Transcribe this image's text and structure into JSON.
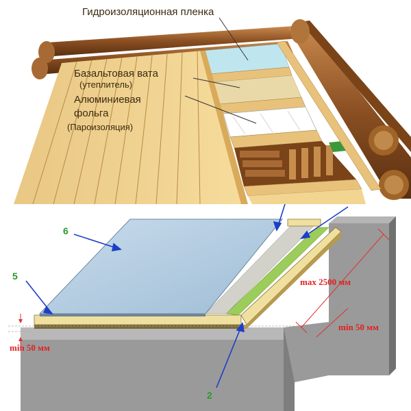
{
  "top": {
    "labels": {
      "membrane": "Гидроизоляционная пленка",
      "basalt": "Базальтовая вата",
      "basalt_sub": "(утеплитель)",
      "foil_1": "Алюминиевая",
      "foil_2": "фольга",
      "foil_sub": "(Пароизоляция)"
    }
  },
  "bottom": {
    "callouts": {
      "n6": "6",
      "n5": "5",
      "n2": "2"
    },
    "dimensions": {
      "max": "max 2500 мм",
      "min_right": "min 50 мм",
      "min_left": "min 50 мм"
    }
  }
}
